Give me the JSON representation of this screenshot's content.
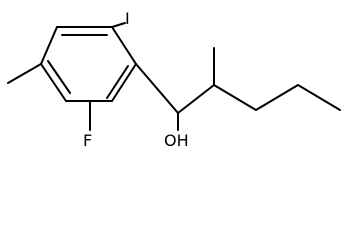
{
  "molecule": {
    "atom_labels": {
      "iodine": "I",
      "fluorine": "F",
      "hydroxyl": "OH"
    },
    "bond_color": "#000000",
    "background": "#ffffff"
  }
}
